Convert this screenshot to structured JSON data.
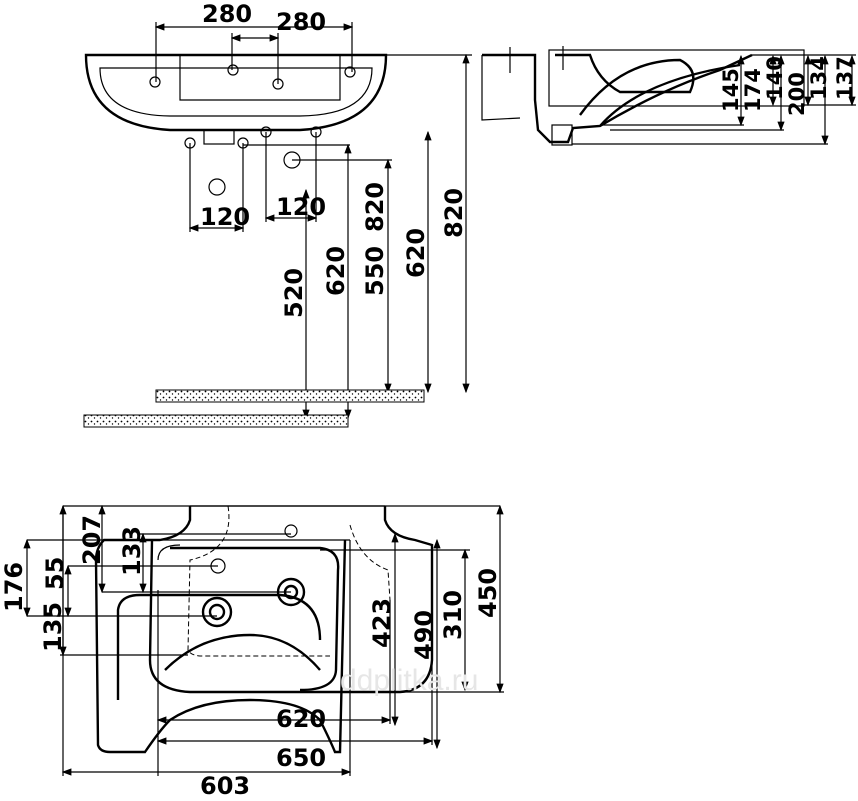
{
  "watermark": "ddplitka.ru",
  "front_view": {
    "dims": {
      "w1": "280",
      "w2": "280",
      "h1": "120",
      "h2": "120",
      "v520": "520",
      "v620a": "620",
      "v550": "550",
      "v820a": "820",
      "v620b": "620",
      "v820b": "820"
    }
  },
  "side_view": {
    "dims": {
      "d145": "145",
      "d174": "174",
      "d140": "140",
      "d200": "200",
      "d134": "134",
      "d137": "137"
    }
  },
  "top_view": {
    "dims": {
      "d176": "176",
      "d135": "135",
      "d55": "55",
      "d207": "207",
      "d133": "133",
      "d423": "423",
      "d490": "490",
      "d310": "310",
      "d450": "450",
      "d620": "620",
      "d650": "650",
      "d603": "603"
    }
  }
}
